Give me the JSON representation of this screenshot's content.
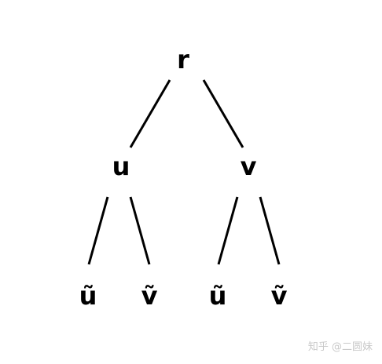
{
  "tree": {
    "nodes": [
      {
        "id": "r",
        "label": "r"
      },
      {
        "id": "u",
        "label": "u"
      },
      {
        "id": "v",
        "label": "v"
      },
      {
        "id": "u-left-tilde",
        "label": "ũ"
      },
      {
        "id": "v-left-tilde",
        "label": "ṽ"
      },
      {
        "id": "u-right-tilde",
        "label": "ũ"
      },
      {
        "id": "v-right-tilde",
        "label": "ṽ"
      }
    ],
    "edges": [
      {
        "from": "r",
        "to": "u"
      },
      {
        "from": "r",
        "to": "v"
      },
      {
        "from": "u",
        "to": "u-left-tilde"
      },
      {
        "from": "u",
        "to": "v-left-tilde"
      },
      {
        "from": "v",
        "to": "u-right-tilde"
      },
      {
        "from": "v",
        "to": "v-right-tilde"
      }
    ]
  },
  "watermark": "知乎 @二圆妹"
}
